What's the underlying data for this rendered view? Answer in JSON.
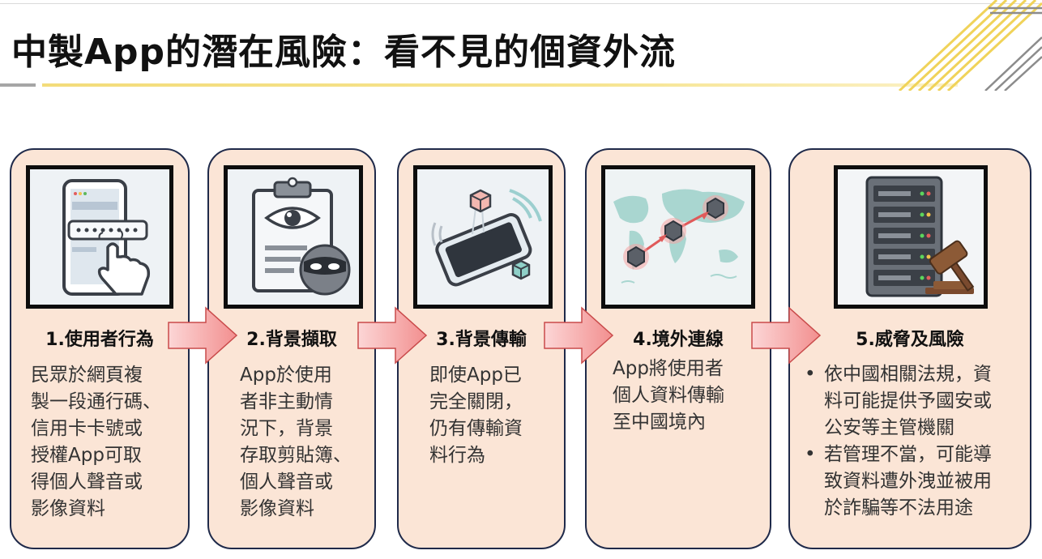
{
  "title": "中製App的潛在風險：看不見的個資外流",
  "steps": [
    {
      "title": "1.使用者行為",
      "body": "民眾於網頁複\n製一段通行碼、\n信用卡卡號或\n授權App可取\n得個人聲音或\n影像資料"
    },
    {
      "title": "2.背景擷取",
      "body": "App於使用\n者非主動情\n況下，背景\n存取剪貼簿、\n個人聲音或\n影像資料"
    },
    {
      "title": "3.背景傳輸",
      "body": "即使App已\n完全關閉，\n仍有傳輸資\n料行為"
    },
    {
      "title": "4.境外連線",
      "body": "App將使用者\n個人資料傳輸\n至中國境內"
    },
    {
      "title": "5.威脅及風險",
      "bullets": [
        "依中國相關法規，資\n料可能提供予國安或\n公安等主管機關",
        "若管理不當，可能導\n致資料遭外洩並被用\n於詐騙等不法用途"
      ]
    }
  ],
  "colors": {
    "card_bg": "#fbe5d6",
    "card_border": "#1f2a4a",
    "arrow_fill": "#f4a6a6",
    "accent_gold": "#f3dc7a"
  },
  "icons": [
    "phone-password-touch-icon",
    "clipboard-eye-spy-icon",
    "phone-data-cube-icon",
    "world-map-data-flow-icon",
    "server-gavel-icon"
  ]
}
